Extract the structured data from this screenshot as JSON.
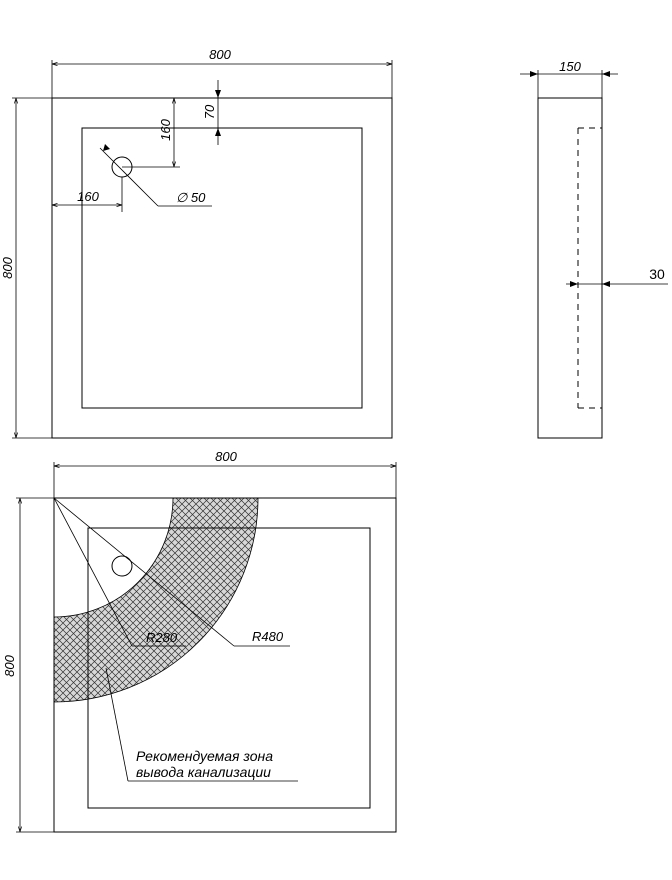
{
  "top_view": {
    "width_label": "800",
    "height_label": "800",
    "offset_70": "70",
    "offset_160_v": "160",
    "offset_160_h": "160",
    "diameter_label": "∅ 50"
  },
  "side_view": {
    "depth_label": "150",
    "thickness_label": "30"
  },
  "bottom_view": {
    "width_label": "800",
    "height_label": "800",
    "radius_inner": "R280",
    "radius_outer": "R480",
    "note_line1": "Рекомендуемая зона",
    "note_line2": "вывода канализации"
  },
  "colors": {
    "line": "#000000",
    "background": "#ffffff"
  }
}
